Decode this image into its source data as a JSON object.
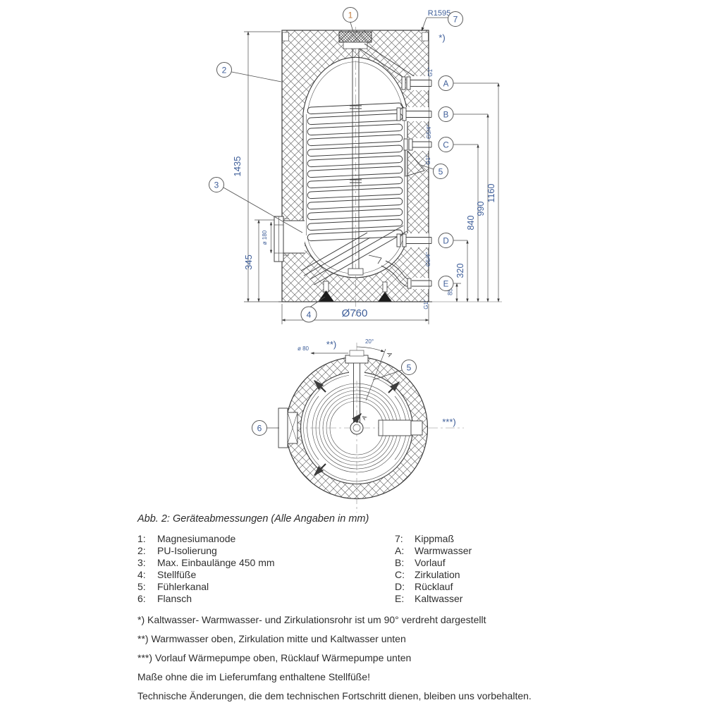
{
  "caption": "Abb. 2: Geräteabmessungen (Alle Angaben in mm)",
  "legend": {
    "left": [
      {
        "key": "1:",
        "label": "Magnesiumanode"
      },
      {
        "key": "2:",
        "label": "PU-Isolierung"
      },
      {
        "key": "3:",
        "label": "Max. Einbaulänge 450 mm"
      },
      {
        "key": "4:",
        "label": "Stellfüße"
      },
      {
        "key": "5:",
        "label": "Fühlerkanal"
      },
      {
        "key": "6:",
        "label": "Flansch"
      }
    ],
    "right": [
      {
        "key": "7:",
        "label": "Kippmaß"
      },
      {
        "key": "A:",
        "label": "Warmwasser"
      },
      {
        "key": "B:",
        "label": "Vorlauf"
      },
      {
        "key": "C:",
        "label": "Zirkulation"
      },
      {
        "key": "D:",
        "label": "Rücklauf"
      },
      {
        "key": "E:",
        "label": "Kaltwasser"
      }
    ]
  },
  "footnotes": [
    "*) Kaltwasser- Warmwasser- und Zirkulationsrohr ist um 90° verdreht dargestellt",
    "**) Warmwasser oben, Zirkulation mitte und Kaltwasser unten",
    "***) Vorlauf Wärmepumpe oben, Rücklauf Wärmepumpe unten",
    "Maße ohne die im Lieferumfang enthaltene Stellfüße!",
    "Technische Änderungen, die dem technischen Fortschritt dienen, bleiben uns vorbehalten."
  ],
  "front_view": {
    "callouts": {
      "c1": "1",
      "c2": "2",
      "c3": "3",
      "c4": "4",
      "c5": "5",
      "c7": "7"
    },
    "ports": {
      "a": "A",
      "b": "B",
      "c": "C",
      "d": "D",
      "e": "E"
    },
    "dims": {
      "total_height": "1435",
      "foot_to_flange": "345",
      "flange_opening": "ø 180",
      "outer_diameter": "Ø760",
      "tilt_radius": "R1595",
      "h_a": "1160",
      "h_b": "990",
      "h_c": "840",
      "h_d": "320",
      "h_e": "85"
    },
    "threads": {
      "a": "G1\"",
      "b": "G5/4\"",
      "c": "G1\"",
      "d": "G5/4\"",
      "e": "G1\""
    },
    "note": "*)"
  },
  "top_view": {
    "callouts": {
      "c5": "5",
      "c6": "6"
    },
    "dims": {
      "pipe": "ø 80",
      "angle": "20°"
    },
    "section_label": "A",
    "notes": {
      "top": "**)",
      "right": "***)"
    }
  },
  "colors": {
    "line": "#3c3c3c",
    "dim_text": "#3e5e99",
    "callout1": "#c07a3a",
    "text": "#2f2f2f"
  }
}
